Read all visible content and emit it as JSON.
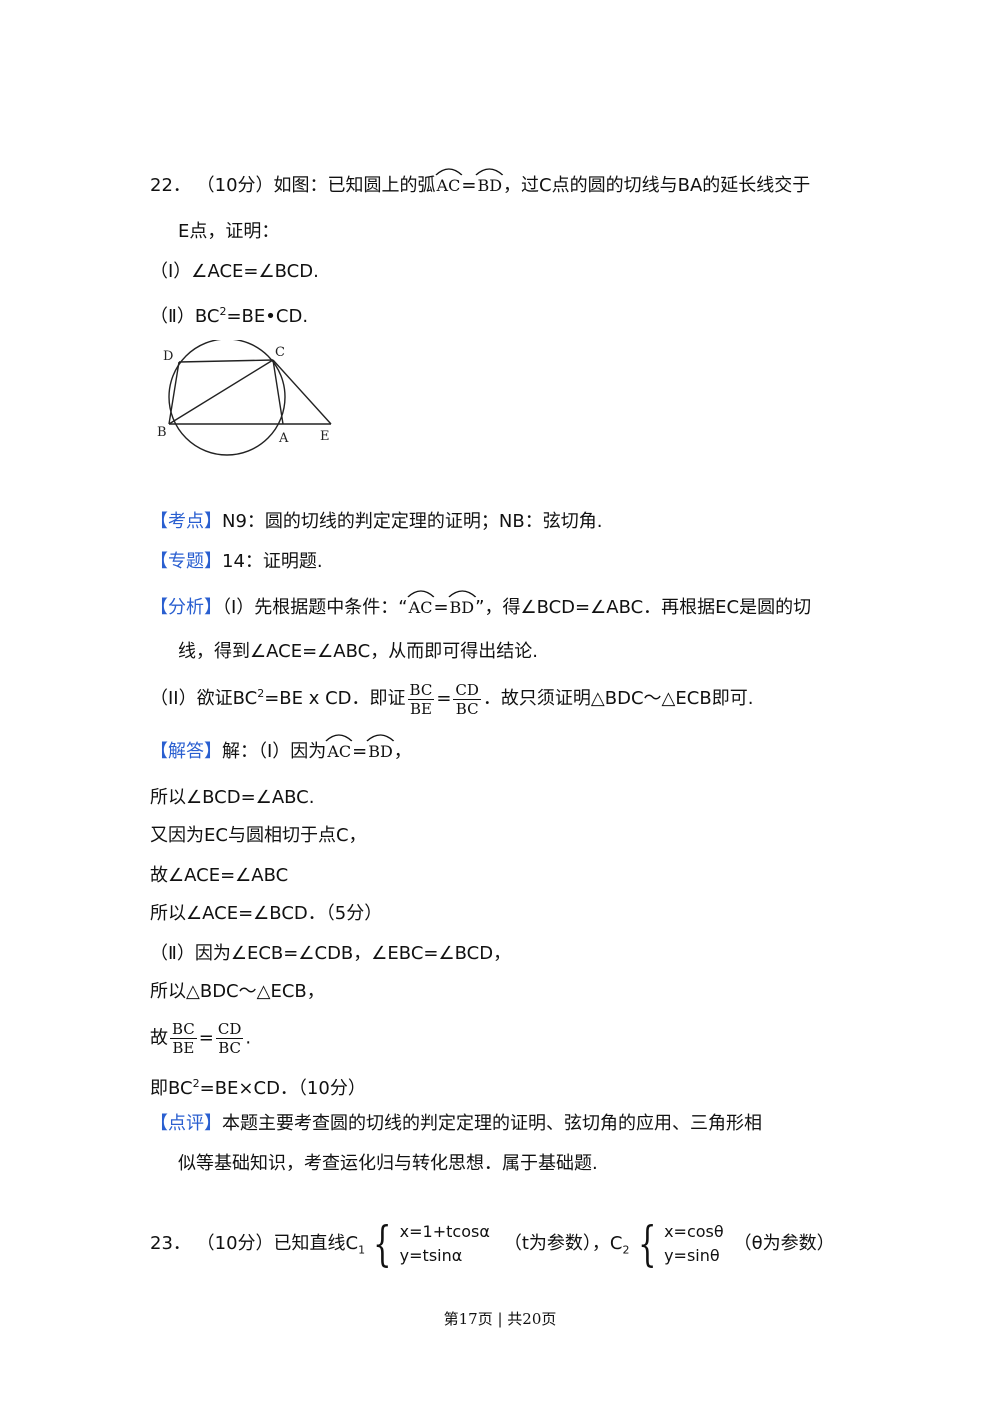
{
  "q22": {
    "number": "22．",
    "score": "（10分）",
    "stem_a": "如图：已知圆上的弧",
    "arc1": "AC",
    "eq": "=",
    "arc2": "BD",
    "stem_b": "，过C点的圆的切线与BA的延长线交于",
    "stem_c": "E点，证明：",
    "part1": "（Ⅰ）∠ACE=∠BCD.",
    "part2_a": "（Ⅱ）BC",
    "part2_sup": "2",
    "part2_b": "=BE•CD."
  },
  "figure": {
    "labels": {
      "D": "D",
      "C": "C",
      "B": "B",
      "A": "A",
      "E": "E"
    }
  },
  "kaodian": {
    "tag": "【考点】",
    "text": "N9：圆的切线的判定定理的证明；NB：弦切角."
  },
  "zhuanti": {
    "tag": "【专题】",
    "text": "14：证明题."
  },
  "fenxi": {
    "tag": "【分析】",
    "line1_a": "（I）先根据题中条件：“",
    "arc1": "AC",
    "eq": "=",
    "arc2": "BD",
    "line1_b": "”，得∠BCD=∠ABC．再根据EC是圆的切",
    "line2": "线，得到∠ACE=∠ABC，从而即可得出结论.",
    "line3_a": "（II）欲证BC",
    "line3_sup": "2",
    "line3_b": "=BE x CD．即证",
    "frac1_num": "BC",
    "frac1_den": "BE",
    "frac_eq": "=",
    "frac2_num": "CD",
    "frac2_den": "BC",
    "line3_c": "．故只须证明△BDC～△ECB即可."
  },
  "jieda": {
    "tag": "【解答】",
    "line1_a": "解：（Ⅰ）因为",
    "arc1": "AC",
    "eq": "=",
    "arc2": "BD",
    "line1_b": "，",
    "l2": "所以∠BCD=∠ABC.",
    "l3": "又因为EC与圆相切于点C，",
    "l4": "故∠ACE=∠ABC",
    "l5": "所以∠ACE=∠BCD．（5分）",
    "l6": "（Ⅱ）因为∠ECB=∠CDB，∠EBC=∠BCD，",
    "l7": "所以△BDC～△ECB，",
    "l8_a": "故",
    "frac1_num": "BC",
    "frac1_den": "BE",
    "frac_eq": "=",
    "frac2_num": "CD",
    "frac2_den": "BC",
    "l8_b": ".",
    "l9_a": "即BC",
    "l9_sup": "2",
    "l9_b": "=BE×CD．（10分）"
  },
  "dianping": {
    "tag": "【点评】",
    "line1": "本题主要考查圆的切线的判定定理的证明、弦切角的应用、三角形相",
    "line2": "似等基础知识，考查运化归与转化思想．属于基础题."
  },
  "q23": {
    "number": "23．",
    "score": "（10分）",
    "stem_a": "已知直线C",
    "sub1": "1",
    "sys1_line1": "x=1+tcosα",
    "sys1_line2": "y=tsinα",
    "param1": "（t为参数），C",
    "sub2": "2",
    "sys2_line1": "x=cosθ",
    "sys2_line2": "y=sinθ",
    "param2": "（θ为参数）"
  },
  "footer": "第17页 | 共20页"
}
